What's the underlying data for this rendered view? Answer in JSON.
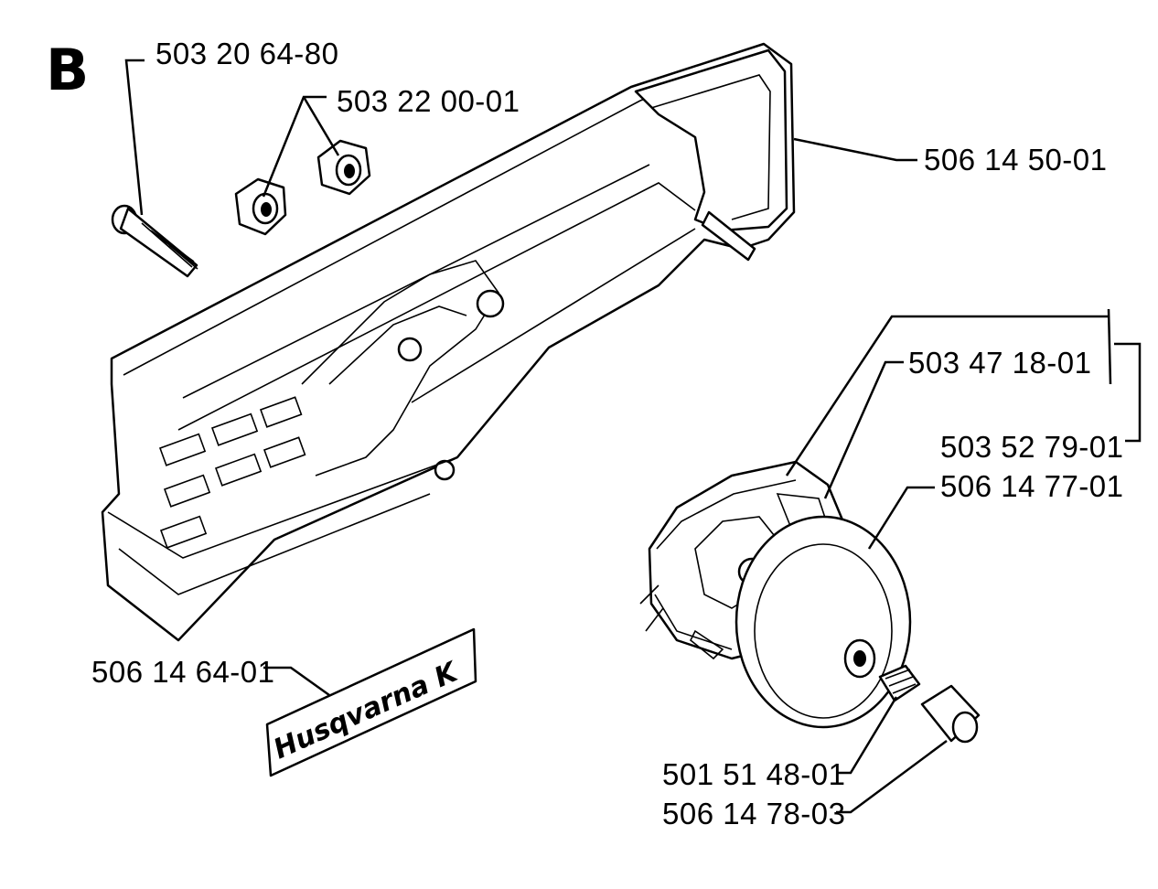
{
  "section_letter": "B",
  "parts": {
    "bolt": "503 20 64-80",
    "nut": "503 22 00-01",
    "cover": "506 14 50-01",
    "shoe_a": "503 47 18-01",
    "clutch_kit": "503 52 79-01",
    "drum": "506 14 77-01",
    "decal": "506 14 64-01",
    "bearing": "501 51 48-01",
    "washer": "506 14 78-03"
  },
  "decal_text": "Husqvarna K"
}
